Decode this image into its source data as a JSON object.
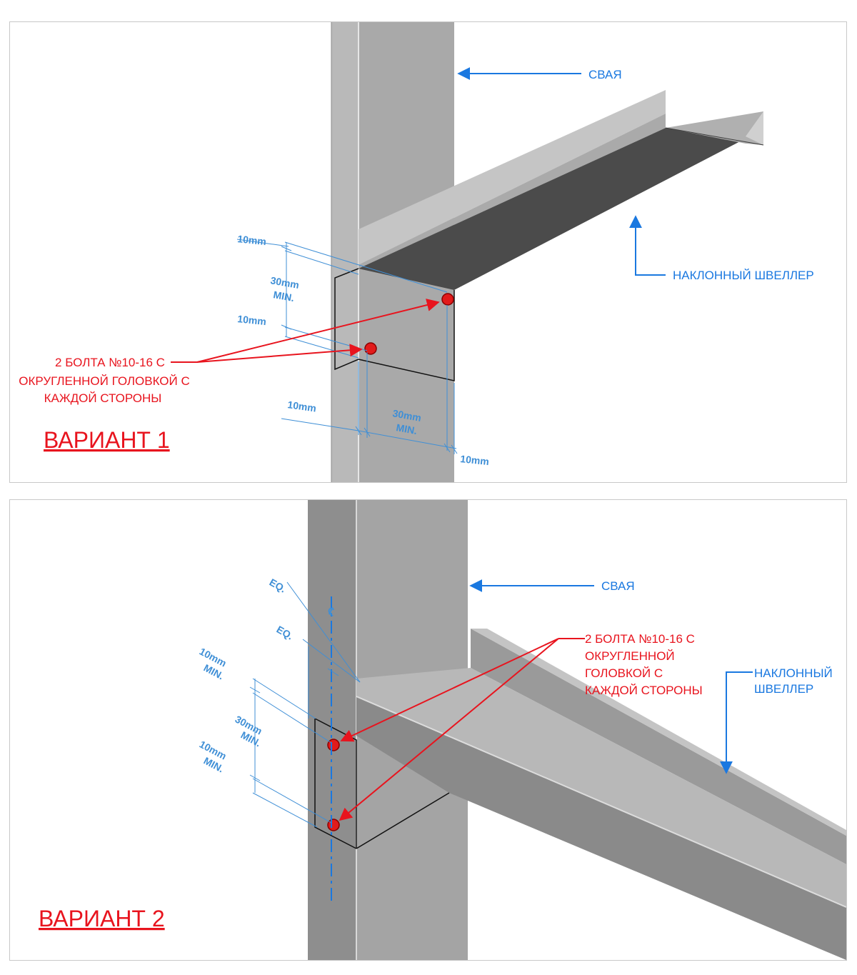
{
  "variant1": {
    "title": "ВАРИАНТ 1",
    "pile_label": "СВАЯ",
    "channel_label": "НАКЛОННЫЙ ШВЕЛЛЕР",
    "bolts_label": [
      "2 БОЛТА №10-16 С",
      "ОКРУГЛЕННОЙ ГОЛОВКОЙ С",
      "КАЖДОЙ СТОРОНЫ"
    ],
    "dims": {
      "top_edge": "10mm",
      "spacing": [
        "30mm",
        "MIN."
      ],
      "mid_edge": "10mm",
      "bottom_left": "10mm",
      "bottom_spacing": [
        "30mm",
        "MIN."
      ],
      "bottom_right": "10mm"
    }
  },
  "variant2": {
    "title": "ВАРИАНТ 2",
    "pile_label": "СВАЯ",
    "channel_label": [
      "НАКЛОННЫЙ",
      "ШВЕЛЛЕР"
    ],
    "bolts_label": [
      "2 БОЛТА №10-16 С",
      "ОКРУГЛЕННОЙ",
      "ГОЛОВКОЙ С",
      "КАЖДОЙ СТОРОНЫ"
    ],
    "dims": {
      "eq_top": "EQ.",
      "eq_bottom": "EQ.",
      "centerline": "℄",
      "top_edge": [
        "10mm",
        "MIN."
      ],
      "spacing": [
        "30mm",
        "MIN."
      ],
      "bottom_edge": [
        "10mm",
        "MIN."
      ]
    }
  },
  "colors": {
    "blue": "#1a78e0",
    "red": "#e8141e",
    "dim_blue": "#3f8fd6",
    "steel_light": "#c2c2c2",
    "steel_mid": "#9e9e9e",
    "steel_dark": "#4a4a4a"
  }
}
